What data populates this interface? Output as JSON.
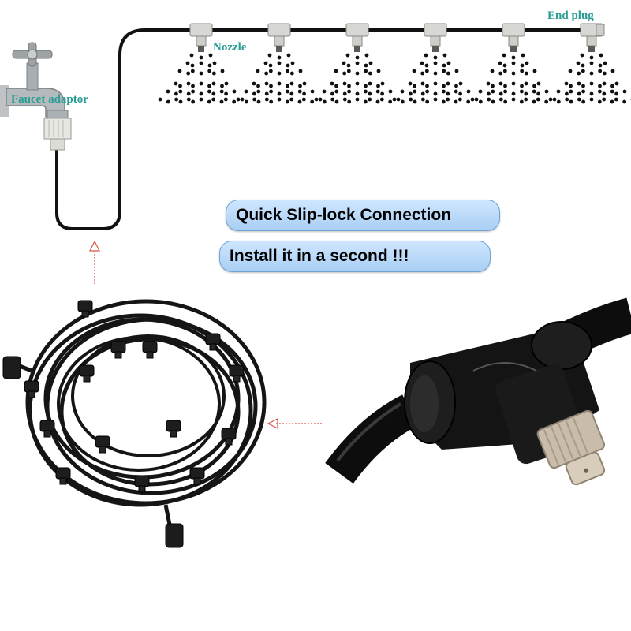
{
  "diagram": {
    "labels": {
      "faucet_adaptor": "Faucet adaptor",
      "nozzle": "Nozzle",
      "end_plug": "End plug"
    },
    "banners": {
      "headline": "Quick Slip-lock Connection",
      "subline": "Install it in a second  !!!"
    },
    "nozzle_count": 6
  },
  "colors": {
    "label_teal": "#2a9d95",
    "banner_fill": "#b9dcfb",
    "banner_border": "#6ea3d6",
    "tubing": "#111111",
    "arrow_red": "#d9534f"
  },
  "icons": {
    "faucet": "faucet-icon",
    "nozzle": "mist-nozzle-icon",
    "tee": "tee-connector-icon",
    "coil": "tubing-coil-icon"
  }
}
